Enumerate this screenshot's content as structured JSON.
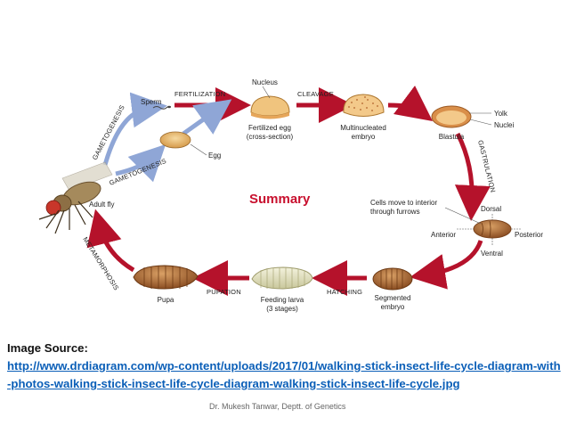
{
  "diagram": {
    "labels": {
      "sperm": "Sperm",
      "fertilization": "FERTILIZATION",
      "nucleus": "Nucleus",
      "cleavage": "CLEAVAGE",
      "yolk": "Yolk",
      "nuclei": "Nuclei",
      "gametogenesis_top": "GAMETOGENESIS",
      "gametogenesis_bottom": "GAMETOGENESIS",
      "egg": "Egg",
      "fertilized_egg_1": "Fertilized egg",
      "fertilized_egg_2": "(cross-section)",
      "multinucleated_1": "Multinucleated",
      "multinucleated_2": "embryo",
      "blastula": "Blastula",
      "gastrulation": "GASTRULATION",
      "adult_fly": "Adult fly",
      "summary": "Summary",
      "cells_move_1": "Cells move to interior",
      "cells_move_2": "through furrows",
      "dorsal": "Dorsal",
      "anterior": "Anterior",
      "posterior": "Posterior",
      "ventral": "Ventral",
      "metamorphosis": "METAMORPHOSIS",
      "pupa": "Pupa",
      "pupation": "PUPATION",
      "feeding_larva_1": "Feeding larva",
      "feeding_larva_2": "(3 stages)",
      "hatching": "HATCHING",
      "segmented_1": "Segmented",
      "segmented_2": "embryo"
    },
    "colors": {
      "arrow_red": "#b5122b",
      "arrow_blue": "#8fa6d6",
      "summary": "#c8102e"
    }
  },
  "source": {
    "heading": "Image Source:",
    "url": "http://www.drdiagram.com/wp-content/uploads/2017/01/walking-stick-insect-life-cycle-diagram-with-photos-walking-stick-insect-life-cycle-diagram-walking-stick-insect-life-cycle.jpg"
  },
  "footer": "Dr. Mukesh Tanwar, Deptt. of Genetics"
}
